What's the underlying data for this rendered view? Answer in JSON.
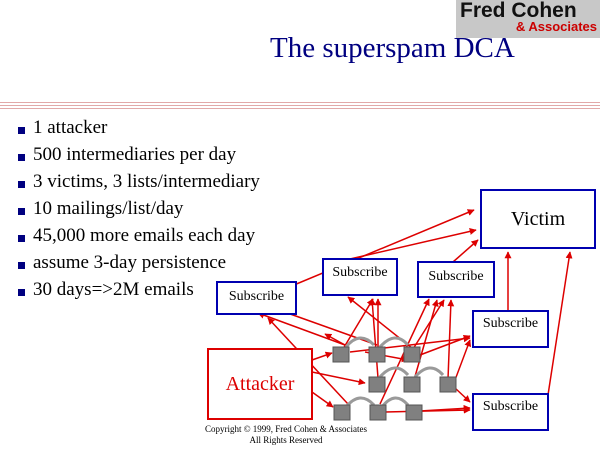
{
  "logo": {
    "main": "Fred Cohen",
    "sub": "& Associates"
  },
  "slide_title": "The superspam DCA",
  "bullets": [
    "1 attacker",
    "500 intermediaries per day",
    "3 victims, 3 lists/intermediary",
    "10 mailings/list/day",
    "45,000 more emails each day",
    "assume 3-day persistence",
    "30 days=>2M emails"
  ],
  "diagram": {
    "victim_label": "Victim",
    "attacker_label": "Attacker",
    "subscribe_label": "Subscribe",
    "colors": {
      "box_border": "#0000b0",
      "arrow": "#dd0000",
      "node": "#808080"
    }
  },
  "copyright": {
    "line1": "Copyright © 1999, Fred Cohen & Associates",
    "line2": "All Rights Reserved"
  }
}
